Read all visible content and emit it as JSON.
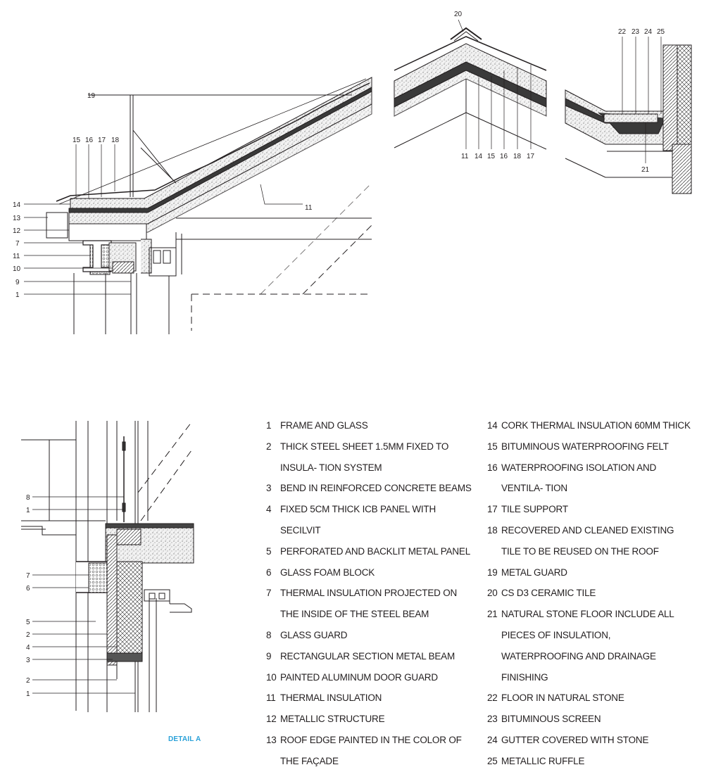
{
  "legend": [
    {
      "num": "1",
      "text": "FRAME AND GLASS"
    },
    {
      "num": "2",
      "text": "THICK STEEL SHEET 1.5MM FIXED TO INSULA- TION SYSTEM"
    },
    {
      "num": "3",
      "text": "BEND IN REINFORCED CONCRETE BEAMS"
    },
    {
      "num": "4",
      "text": "FIXED 5CM THICK ICB PANEL WITH SECILVIT"
    },
    {
      "num": "5",
      "text": "PERFORATED AND BACKLIT METAL PANEL"
    },
    {
      "num": "6",
      "text": "GLASS FOAM BLOCK"
    },
    {
      "num": "7",
      "text": "THERMAL INSULATION PROJECTED ON THE INSIDE OF THE STEEL BEAM"
    },
    {
      "num": "8",
      "text": "GLASS GUARD"
    },
    {
      "num": "9",
      "text": "RECTANGULAR SECTION METAL BEAM"
    },
    {
      "num": "10",
      "text": "PAINTED ALUMINUM DOOR GUARD"
    },
    {
      "num": "11",
      "text": "THERMAL INSULATION"
    },
    {
      "num": "12",
      "text": "METALLIC STRUCTURE"
    },
    {
      "num": "13",
      "text": "ROOF EDGE PAINTED IN THE COLOR OF THE FAÇADE"
    },
    {
      "num": "14",
      "text": "CORK THERMAL INSULATION 60MM THICK"
    },
    {
      "num": "15",
      "text": "BITUMINOUS WATERPROOFING FELT"
    },
    {
      "num": "16",
      "text": "WATERPROOFING ISOLATION AND VENTILA- TION"
    },
    {
      "num": "17",
      "text": "TILE SUPPORT"
    },
    {
      "num": "18",
      "text": "RECOVERED AND CLEANED EXISTING TILE TO BE REUSED ON THE ROOF"
    },
    {
      "num": "19",
      "text": "METAL GUARD"
    },
    {
      "num": "20",
      "text": "CS D3 CERAMIC TILE"
    },
    {
      "num": "21",
      "text": "NATURAL STONE FLOOR INCLUDE ALL PIECES OF INSULATION, WATERPROOFING AND DRAINAGE FINISHING"
    },
    {
      "num": "22",
      "text": "FLOOR IN NATURAL STONE"
    },
    {
      "num": "23",
      "text": "BITUMINOUS SCREEN"
    },
    {
      "num": "24",
      "text": "GUTTER COVERED WITH STONE"
    },
    {
      "num": "25",
      "text": "METALLIC RUFFLE"
    }
  ],
  "callouts": {
    "eaves": [
      "14",
      "13",
      "12",
      "7",
      "11",
      "10",
      "9",
      "1",
      "15",
      "16",
      "17",
      "18",
      "19",
      "11"
    ],
    "ridge": [
      "20",
      "11",
      "14",
      "15",
      "16",
      "18",
      "17"
    ],
    "gutter": [
      "22",
      "23",
      "24",
      "25",
      "21"
    ],
    "detail": [
      "8",
      "1",
      "7",
      "6",
      "5",
      "2",
      "4",
      "3",
      "2",
      "1"
    ]
  },
  "caption": "DETAIL A",
  "colors": {
    "line": "#231f20",
    "fill_insulation": "#d9d9d9",
    "fill_dark": "#3a3a3a",
    "caption": "#2aa1d8"
  }
}
